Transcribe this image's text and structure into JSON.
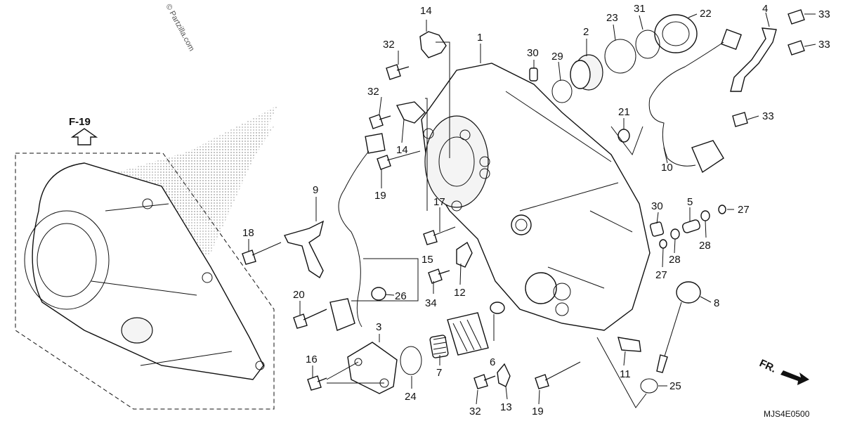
{
  "diagram": {
    "watermark": "© Partzilla.com",
    "reference_label": "F-19",
    "direction_label": "FR.",
    "drawing_code": "MJS4E0500",
    "callouts": [
      "14",
      "1",
      "30",
      "29",
      "2",
      "23",
      "31",
      "22",
      "4",
      "33",
      "33",
      "32",
      "32",
      "14",
      "21",
      "33",
      "10",
      "9",
      "19",
      "17",
      "30",
      "5",
      "27",
      "28",
      "27",
      "28",
      "18",
      "15",
      "12",
      "26",
      "34",
      "20",
      "3",
      "6",
      "8",
      "16",
      "7",
      "24",
      "11",
      "25",
      "32",
      "13",
      "19"
    ]
  }
}
